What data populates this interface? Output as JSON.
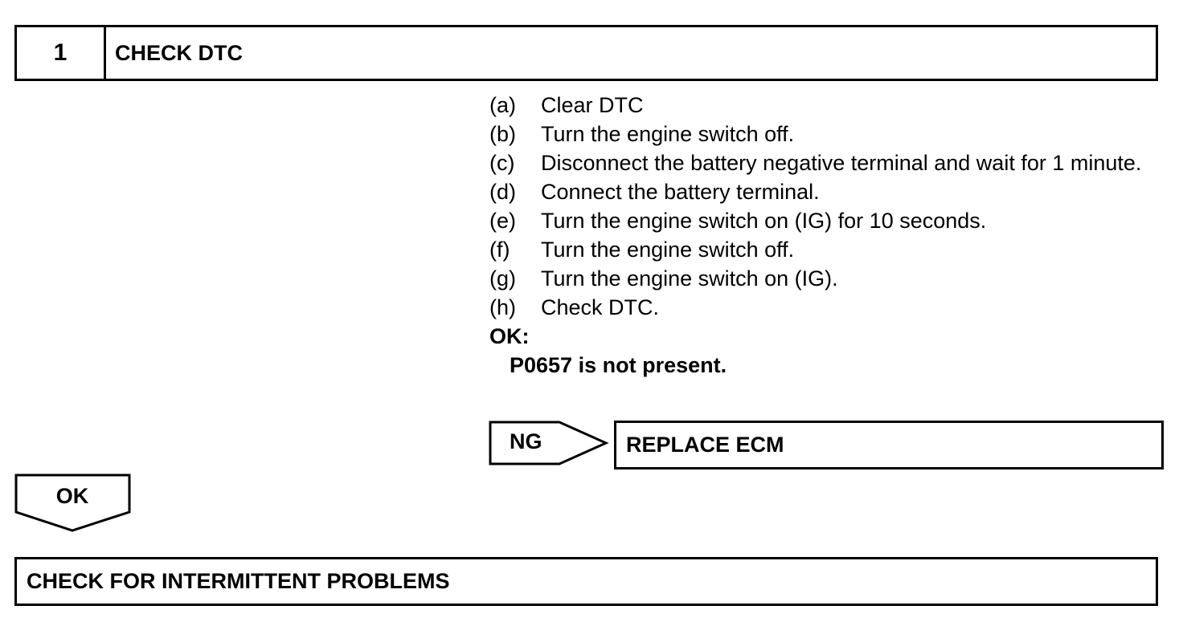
{
  "step": {
    "number": "1",
    "title": "CHECK DTC"
  },
  "procedure": {
    "items": [
      {
        "label": "(a)",
        "text": "Clear DTC"
      },
      {
        "label": "(b)",
        "text": "Turn the engine switch off."
      },
      {
        "label": "(c)",
        "text": "Disconnect the battery negative terminal and wait for 1 minute."
      },
      {
        "label": "(d)",
        "text": "Connect the battery terminal."
      },
      {
        "label": "(e)",
        "text": "Turn the engine switch on (IG) for 10 seconds."
      },
      {
        "label": "(f)",
        "text": "Turn the engine switch off."
      },
      {
        "label": "(g)",
        "text": "Turn the engine switch on (IG)."
      },
      {
        "label": "(h)",
        "text": "Check DTC."
      }
    ],
    "ok_label": "OK:",
    "ok_value": "P0657 is not present."
  },
  "ng_branch": {
    "label": "NG",
    "action": "REPLACE ECM"
  },
  "ok_branch": {
    "label": "OK"
  },
  "next_step": {
    "title": "CHECK FOR INTERMITTENT PROBLEMS"
  }
}
